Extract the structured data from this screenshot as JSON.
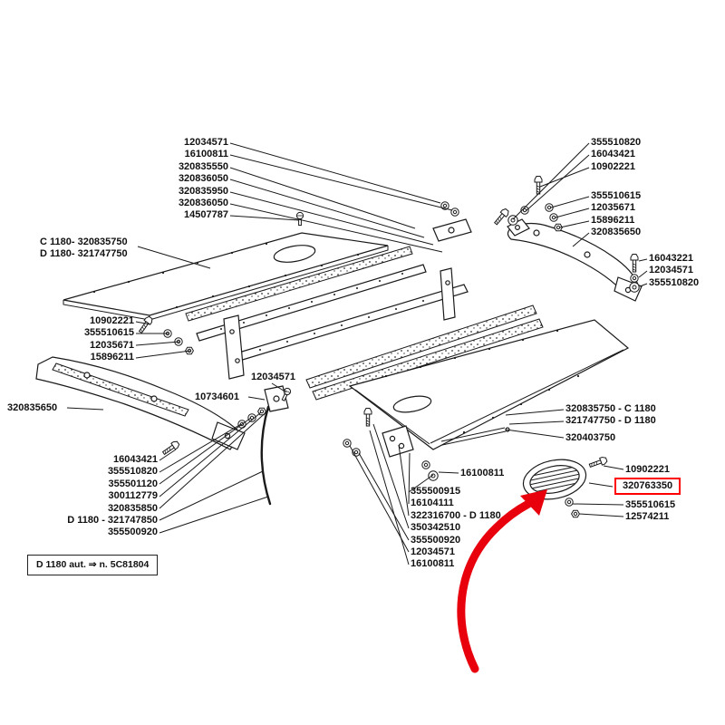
{
  "colors": {
    "line": "#1a1a1a",
    "highlight": "#ff0000",
    "arrow": "#e8000d"
  },
  "labels": {
    "top_left_stack": [
      "12034571",
      "16100811",
      "320835550",
      "320836050",
      "320835950",
      "320836050",
      "14507787"
    ],
    "model_top_left": [
      "C 1180- 320835750",
      "D 1180- 321747750"
    ],
    "top_right_stack": [
      "355510820",
      "16043421",
      "10902221"
    ],
    "right_upper_stack": [
      "355510615",
      "12035671",
      "15896211",
      "320835650"
    ],
    "right_pair": [
      "16043221",
      "12034571",
      "355510820"
    ],
    "left_middle_stack": [
      "10902221",
      "355510615",
      "12035671",
      "15896211"
    ],
    "left_single": "320835650",
    "mid_single_1": "12034571",
    "mid_single_2": "10734601",
    "left_lower_stack": [
      "16043421",
      "355510820",
      "355501120",
      "300112779",
      "320835850",
      "D 1180 - 321747850",
      "355500920"
    ],
    "right_middle_stack": [
      "320835750 - C 1180",
      "321747750 - D 1180"
    ],
    "right_middle_single": "320403750",
    "center_single": "16100811",
    "center_lower_stack": [
      "355500915",
      "16104111",
      "322316700 - D 1180",
      "350342510",
      "355500920",
      "12034571",
      "16100811"
    ],
    "right_lower_stack": [
      "10902221",
      "320763350",
      "355510615",
      "12574211"
    ],
    "note": "D 1180 aut. ⇒ n. 5C81804"
  },
  "highlight": {
    "part_number": "320763350"
  }
}
